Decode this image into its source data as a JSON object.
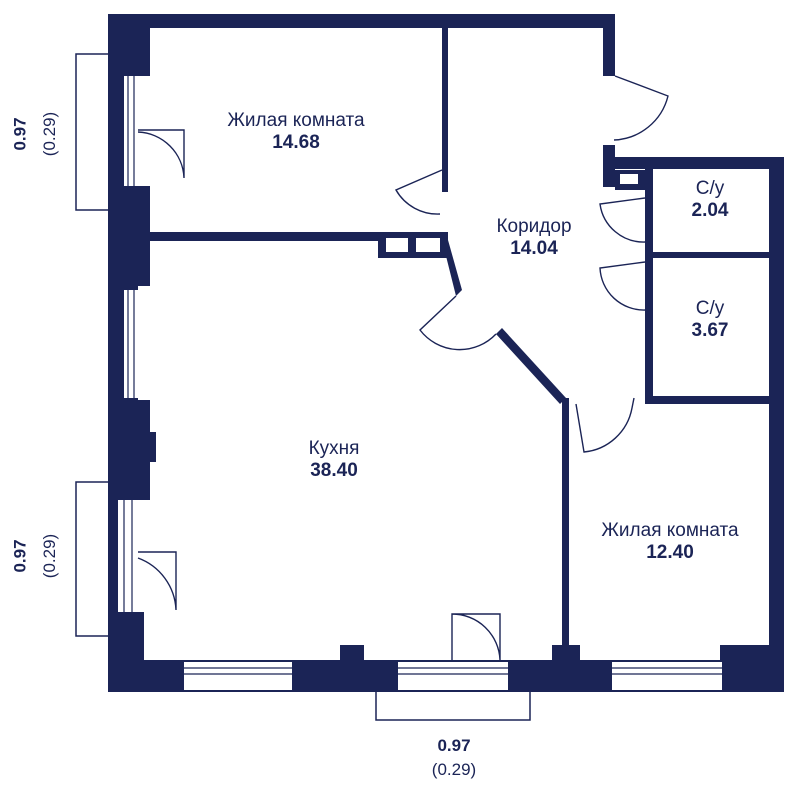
{
  "colors": {
    "wall": "#1b2456",
    "background": "#ffffff"
  },
  "rooms": [
    {
      "name": "Жилая комната",
      "area": "14.68"
    },
    {
      "name": "Коридор",
      "area": "14.04"
    },
    {
      "name": "С/у",
      "area": "2.04"
    },
    {
      "name": "С/у",
      "area": "3.67"
    },
    {
      "name": "Кухня",
      "area": "38.40"
    },
    {
      "name": "Жилая комната",
      "area": "12.40"
    }
  ],
  "balconies": [
    {
      "main": "0.97",
      "sub": "(0.29)"
    },
    {
      "main": "0.97",
      "sub": "(0.29)"
    },
    {
      "main": "0.97",
      "sub": "(0.29)"
    }
  ]
}
